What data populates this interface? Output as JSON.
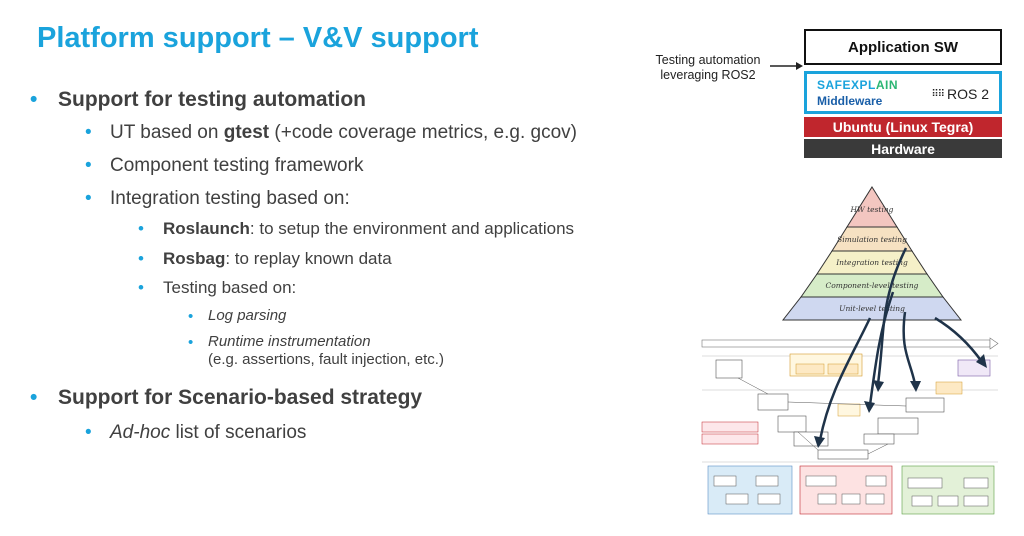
{
  "title": "Platform support – V&V support",
  "bullets": {
    "testing_automation": "Support for testing automation",
    "ut_prefix": "UT based on ",
    "ut_bold": "gtest",
    "ut_suffix": " (+code coverage metrics, e.g. gcov)",
    "component": "Component testing framework",
    "integration": "Integration testing based on:",
    "roslaunch_bold": "Roslaunch",
    "roslaunch_rest": ": to setup the environment and applications",
    "rosbag_bold": "Rosbag",
    "rosbag_rest": ": to replay known data",
    "testing_based": "Testing based on:",
    "log_parsing": "Log parsing",
    "runtime_instr": "Runtime instrumentation",
    "runtime_examples": "(e.g. assertions, fault injection, etc.)",
    "scenario": "Support for Scenario-based strategy",
    "adhoc_italic": "Ad-hoc",
    "adhoc_rest": " list of scenarios"
  },
  "stack": {
    "annotation": "Testing automation leveraging ROS2",
    "app": "Application SW",
    "mw_logo_1": "SAFEXPL",
    "mw_logo_2": "AIN",
    "mw_label": "Middleware",
    "ros": "ROS 2",
    "ubuntu": "Ubuntu (Linux Tegra)",
    "hardware": "Hardware",
    "colors": {
      "ubuntu": "#c0262d",
      "hardware": "#3a3a3a",
      "mw_border": "#1aa3dc"
    }
  },
  "pyramid": {
    "levels": [
      "HW testing",
      "Simulation testing",
      "Integration testing",
      "Component-level testing",
      "Unit-level testing"
    ],
    "colors": [
      "#f3c6c0",
      "#f6e1c2",
      "#f5f0c8",
      "#d6ecc8",
      "#cfd8f0"
    ]
  }
}
